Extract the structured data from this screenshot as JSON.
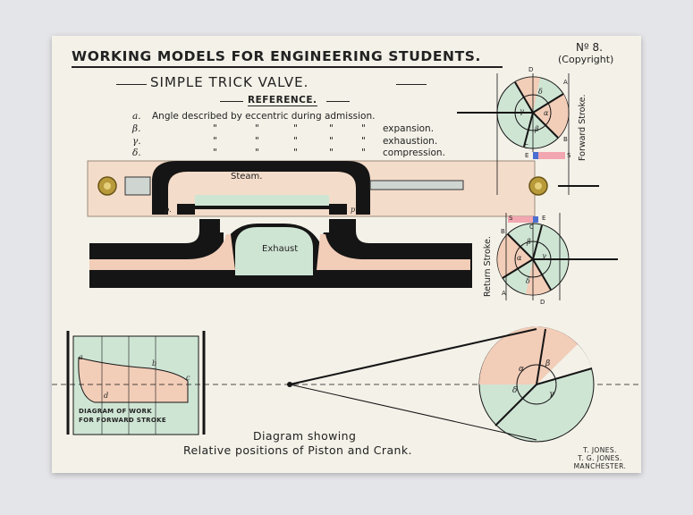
{
  "card": {
    "title": "WORKING MODELS FOR ENGINEERING STUDENTS.",
    "number": "Nº 8.",
    "copyright": "(Copyright)",
    "subtitle": "SIMPLE TRICK VALVE.",
    "reference_heading": "REFERENCE.",
    "reference": [
      {
        "symbol": "a.",
        "text": "Angle described by eccentric during admission."
      },
      {
        "symbol": "β.",
        "text": "expansion."
      },
      {
        "symbol": "γ.",
        "text": "exhaustion."
      },
      {
        "symbol": "δ.",
        "text": "compression."
      }
    ],
    "ditto": "\"",
    "valve_labels": {
      "steam": "Steam.",
      "exhaust": "Exhaust",
      "port_left": "p.",
      "port_right": "p'"
    },
    "forward_stroke": "Forward Stroke.",
    "return_stroke": "Return Stroke.",
    "circle_letters": {
      "a": "a",
      "b": "b",
      "c": "c",
      "d": "d",
      "A": "A",
      "B": "B",
      "C": "C",
      "D": "D",
      "E": "E",
      "S": "S"
    },
    "greek": {
      "alpha": "α",
      "beta": "β",
      "gamma": "γ",
      "delta": "δ"
    },
    "work_diagram_caption": [
      "DIAGRAM OF WORK",
      "FOR FORWARD STROKE"
    ],
    "bottom_caption": [
      "Diagram showing",
      "Relative positions of Piston and Crank."
    ],
    "maker": [
      "T. JONES.",
      "T. G. JONES.",
      "MANCHESTER."
    ]
  },
  "colors": {
    "card": "#f4f1e8",
    "pink": "#f2cdb8",
    "green": "#cfe5d4",
    "black": "#151515",
    "red": "#d94a4a",
    "blue": "#4a6fd0",
    "brass": "#b89a3a"
  }
}
